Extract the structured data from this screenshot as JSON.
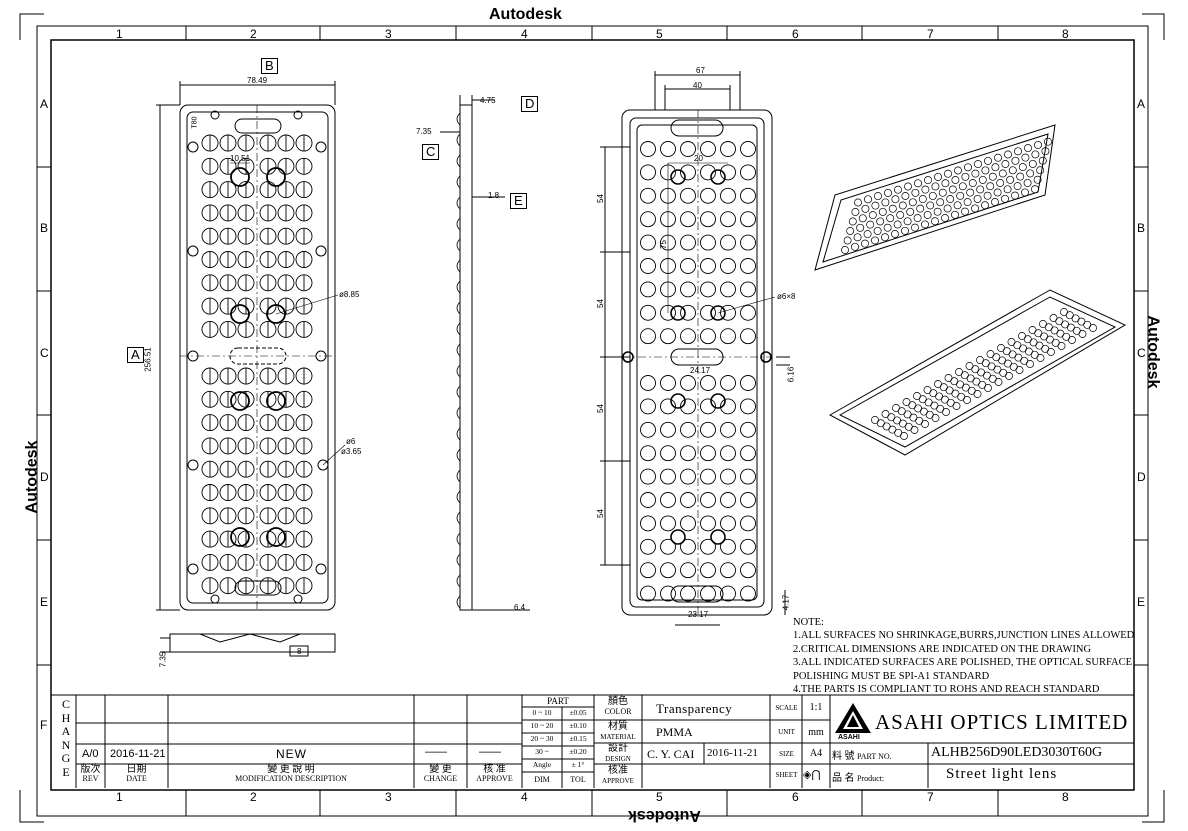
{
  "watermark": "Autodesk",
  "border": {
    "columns": [
      "1",
      "2",
      "3",
      "4",
      "5",
      "6",
      "7",
      "8"
    ],
    "rows": [
      "A",
      "B",
      "C",
      "D",
      "E",
      "F"
    ]
  },
  "views": {
    "front": {
      "label_b": "B",
      "label_a": "A",
      "dim_width": "78.49",
      "dim_height": "256.51",
      "dim_slot": "10.51",
      "dim_hole": "ø8.85",
      "dim_mount_outer": "ø6",
      "dim_mount_inner": "ø3.65",
      "corner_mark": "T80"
    },
    "side": {
      "label_c": "C",
      "label_d": "D",
      "label_e": "E",
      "dim_top": "4.75",
      "dim_thick": "7.35",
      "dim_step": "1.8",
      "dim_bottom": "6.4"
    },
    "bottom": {
      "dim_thick": "7.35",
      "dim_tab": "8"
    },
    "back": {
      "dim_67": "67",
      "dim_40": "40",
      "dim_20": "20",
      "dim_75": "75",
      "dim_54": [
        "54",
        "54",
        "54",
        "54"
      ],
      "dim_hole": "ø6×8",
      "dim_slot": "24.17",
      "dim_616": "6.16",
      "dim_2317": "23.17",
      "dim_417": "4.17"
    }
  },
  "notes": [
    "NOTE:",
    "1.ALL SURFACES NO SHRINKAGE,BURRS,JUNCTION LINES ALLOWED",
    "2.CRITICAL DIMENSIONS ARE INDICATED ON THE DRAWING",
    "3.ALL INDICATED SURFACES ARE POLISHED, THE OPTICAL SURFACE",
    "POLISHING MUST BE SPI-A1 STANDARD",
    "4.THE PARTS IS COMPLIANT TO ROHS AND REACH STANDARD"
  ],
  "title_block": {
    "change_letters": [
      "C",
      "H",
      "A",
      "N",
      "G",
      "E"
    ],
    "rev": "A/0",
    "date": "2016-11-21",
    "description": "NEW",
    "change_dash": "——",
    "approve_dash": "——",
    "hdr_rev_cn": "版次",
    "hdr_rev": "REV",
    "hdr_date_cn": "日期",
    "hdr_date": "DATE",
    "hdr_desc_cn": "變 更 說 明",
    "hdr_desc": "MODIFICATION DESCRIPTION",
    "hdr_change_cn": "變 更",
    "hdr_change": "CHANGE",
    "hdr_approve_cn": "核 准",
    "hdr_approve": "APPROVE",
    "part_title": "PART",
    "tolerance": [
      {
        "dim": "0 ~ 10",
        "tol": "±0.05"
      },
      {
        "dim": "10 ~ 20",
        "tol": "±0.10"
      },
      {
        "dim": "20 ~ 30",
        "tol": "±0.15"
      },
      {
        "dim": "30 ~",
        "tol": "±0.20"
      },
      {
        "dim": "Angle",
        "tol": "± 1°"
      }
    ],
    "dim_hdr": "DIM",
    "tol_hdr": "TOL",
    "color_cn": "顏色",
    "color_label": "COLOR",
    "color_value": "Transparency",
    "material_cn": "材質",
    "material_label": "MATERIAL",
    "material_value": "PMMA",
    "design_cn": "設計",
    "design_label": "DESIGN",
    "designer": "C. Y. CAI",
    "design_date": "2016-11-21",
    "approve_cn": "核准",
    "approve_label": "APPROVE",
    "scale_label": "SCALE",
    "scale_value": "1:1",
    "unit_label": "UNIT",
    "unit_value": "mm",
    "size_label": "SIZE",
    "size_value": "A4",
    "sheet_label": "SHEET",
    "company": "ASAHI OPTICS LIMITED",
    "logo_text": "ASAHI",
    "partno_cn": "料 號",
    "partno_label": "PART NO.",
    "partno_value": "ALHB256D90LED3030T60G",
    "product_cn": "品 名",
    "product_label": "Product:",
    "product_value": "Street light lens"
  }
}
